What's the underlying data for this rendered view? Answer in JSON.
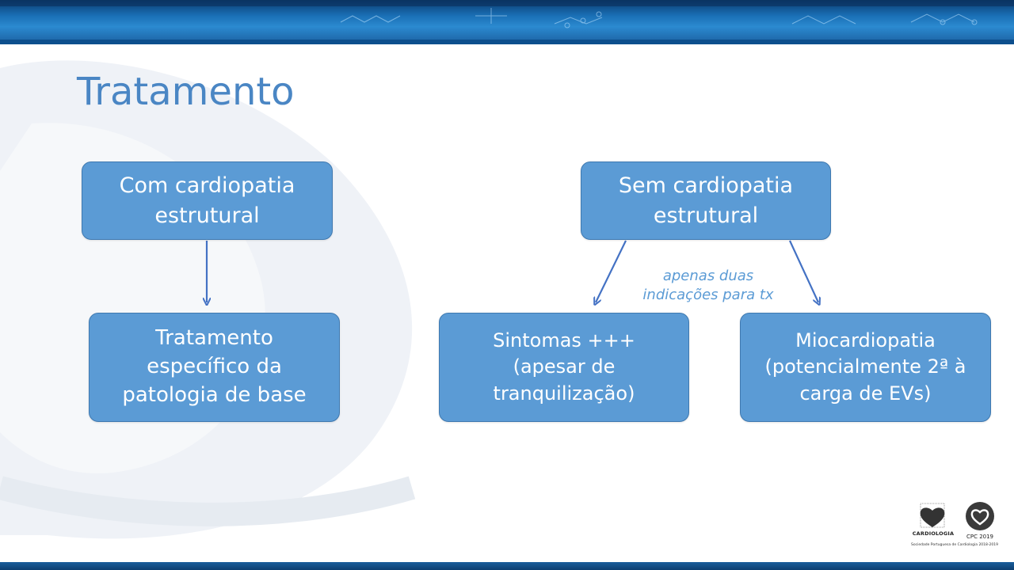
{
  "slide": {
    "title": "Tratamento"
  },
  "diagram": {
    "left_top": {
      "line1": "Com cardiopatia",
      "line2": "estrutural"
    },
    "left_bottom": {
      "line1": "Tratamento",
      "line2": "específico da",
      "line3": "patologia de base"
    },
    "right_top": {
      "line1": "Sem cardiopatia",
      "line2": "estrutural"
    },
    "right_bottom_left": {
      "line1": "Sintomas +++",
      "line2": "(apesar de",
      "line3": "tranquilização)"
    },
    "right_bottom_right": {
      "line1": "Miocardiopatia",
      "line2": "(potencialmente 2ª à",
      "line3": "carga de EVs)"
    },
    "annotation": {
      "line1": "apenas duas",
      "line2": "indicações para tx"
    }
  },
  "logos": {
    "spc": "CARDIOLOGIA",
    "cpc": "CPC 2019",
    "footer": "Sociedade Portuguesa de Cardiologia 2018-2019"
  },
  "colors": {
    "box_fill": "#5b9bd5",
    "box_border": "#3f79b0",
    "title": "#4a86c4",
    "arrow": "#4472c4"
  }
}
